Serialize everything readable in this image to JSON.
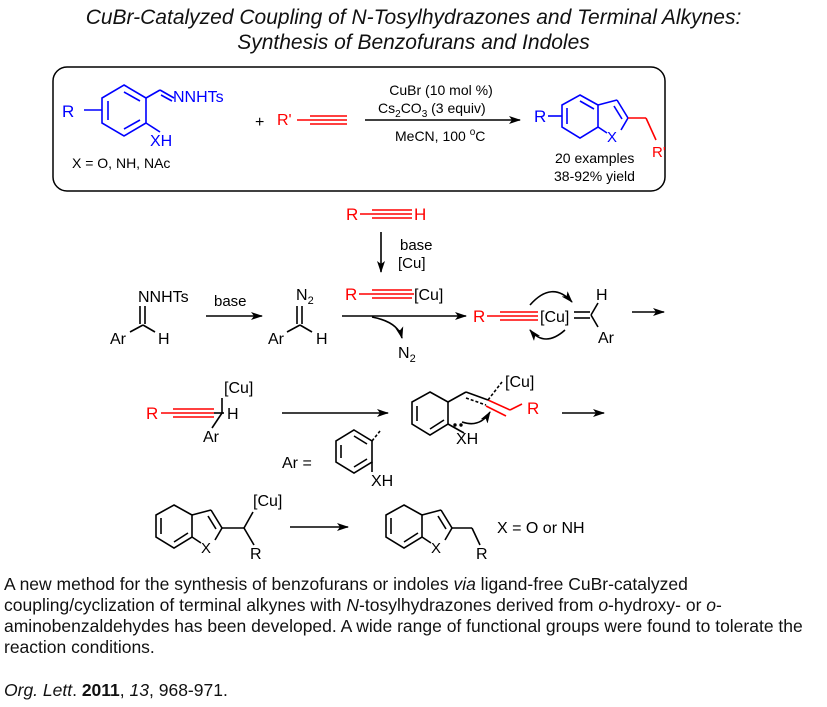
{
  "title_line1": "CuBr-Catalyzed Coupling of N-Tosylhydrazones and Terminal Alkynes:",
  "title_line2": "Synthesis of Benzofurans and Indoles",
  "colors": {
    "reactant": "#0000ff",
    "alkyne": "#ff0000",
    "ink": "#000000"
  },
  "box": {
    "r_label": "R",
    "nnhts": "NNHTs",
    "xh": "XH",
    "x_def": "X = O, NH, NAc",
    "plus": "+",
    "r_prime": "R'",
    "cond1": "CuBr (10 mol %)",
    "cond2_main": "Cs",
    "cond2_sub": "2",
    "cond2_rest": "CO",
    "cond2_sub2": "3",
    "cond2_tail": " (3 equiv)",
    "cond3": "MeCN, 100 ",
    "cond3_sup": "o",
    "cond3_tail": "C",
    "prod_r": "R",
    "prod_x": "X",
    "prod_rp": "R'",
    "examples": "20 examples",
    "yield": "38-92% yield"
  },
  "mech": {
    "r": "R",
    "h": "H",
    "base": "base",
    "cu": "[Cu]",
    "nnhts": "NNHTs",
    "ar": "Ar",
    "n2": "N",
    "n2_sub": "2",
    "cu_bracket": "[Cu]",
    "ar_eq": "Ar =",
    "xh": "XH",
    "x": "X",
    "final_note": "X = O or NH"
  },
  "paragraph": {
    "p1": "A new method for the synthesis of benzofurans or indoles ",
    "p_via": "via",
    "p2": " ligand-free CuBr-catalyzed coupling/cyclization of terminal alkynes with ",
    "p_n": "N",
    "p3": "-tosylhydrazones derived from ",
    "p_o1": "o",
    "p4": "-hydroxy- or ",
    "p_o2": "o",
    "p5": "-aminobenzaldehydes has been developed. A wide range of functional groups were found to tolerate the reaction conditions."
  },
  "reference": {
    "journal": "Org. Lett",
    "dot": ". ",
    "year": "2011",
    "comma1": ", ",
    "volume": "13",
    "pages": ", 968-971."
  }
}
